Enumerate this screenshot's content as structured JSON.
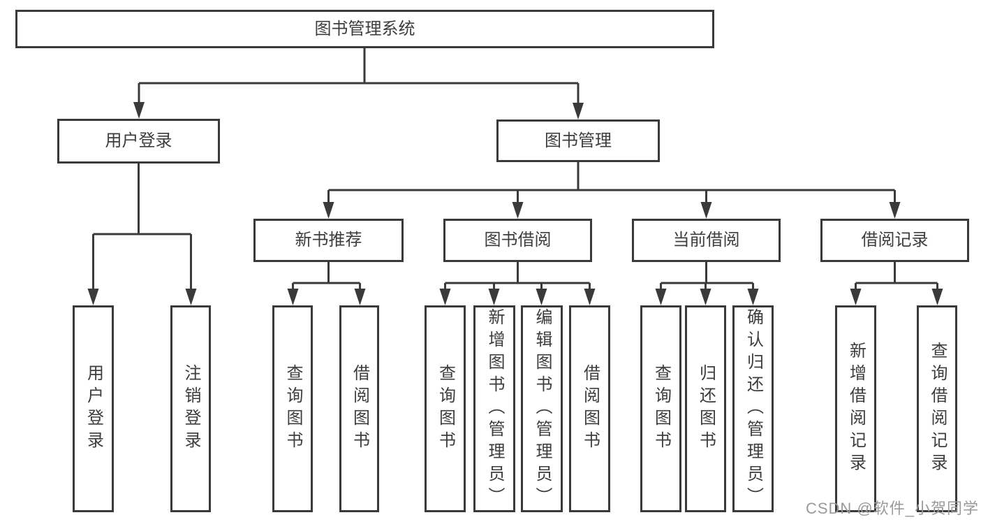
{
  "diagram": {
    "root": {
      "label": "图书管理系统"
    },
    "level2": [
      {
        "label": "用户登录"
      },
      {
        "label": "图书管理"
      }
    ],
    "level3": [
      {
        "label": "新书推荐"
      },
      {
        "label": "图书借阅"
      },
      {
        "label": "当前借阅"
      },
      {
        "label": "借阅记录"
      }
    ],
    "leaves": {
      "user_login": [
        {
          "label": "用户登录"
        },
        {
          "label": "注销登录"
        }
      ],
      "new_book_recommend": [
        {
          "label": "查询图书"
        },
        {
          "label": "借阅图书"
        }
      ],
      "book_borrow": [
        {
          "label": "查询图书"
        },
        {
          "label": "新增图书（管理员）"
        },
        {
          "label": "编辑图书（管理员）"
        },
        {
          "label": "借阅图书"
        }
      ],
      "current_borrow": [
        {
          "label": "查询图书"
        },
        {
          "label": "归还图书"
        },
        {
          "label": "确认归还（管理员）"
        }
      ],
      "borrow_records": [
        {
          "label": "新增借阅记录"
        },
        {
          "label": "查询借阅记录"
        }
      ]
    }
  },
  "watermark": {
    "text": "CSDN @软件_小贺同学"
  },
  "colors": {
    "line": "#3a3a3a",
    "text": "#3d3d3d",
    "background": "#ffffff",
    "watermark": "#9a9a9a"
  }
}
